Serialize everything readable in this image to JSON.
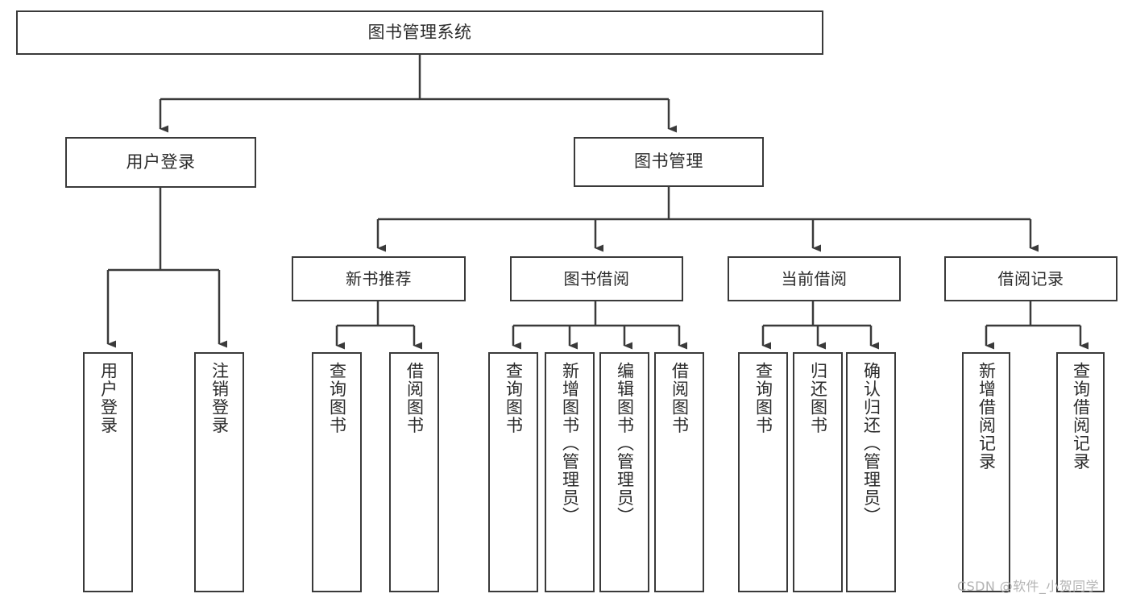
{
  "diagram": {
    "title_node": {
      "label": "图书管理系统"
    },
    "level1": [
      {
        "label": "用户登录"
      },
      {
        "label": "图书管理"
      }
    ],
    "level2": [
      {
        "label": "新书推荐"
      },
      {
        "label": "图书借阅"
      },
      {
        "label": "当前借阅"
      },
      {
        "label": "借阅记录"
      }
    ],
    "leaves": {
      "user_login": [
        {
          "label": "用户登录"
        },
        {
          "label": "注销登录"
        }
      ],
      "new_book_recommend": [
        {
          "label": "查询图书"
        },
        {
          "label": "借阅图书"
        }
      ],
      "book_borrow": [
        {
          "label": "查询图书"
        },
        {
          "label": "新增图书（管理员）"
        },
        {
          "label": "编辑图书（管理员）"
        },
        {
          "label": "借阅图书"
        }
      ],
      "current_borrow": [
        {
          "label": "查询图书"
        },
        {
          "label": "归还图书"
        },
        {
          "label": "确认归还（管理员）"
        }
      ],
      "borrow_record": [
        {
          "label": "新增借阅记录"
        },
        {
          "label": "查询借阅记录"
        }
      ]
    }
  },
  "watermark": {
    "text": "CSDN @软件_小贺同学"
  },
  "colors": {
    "stroke": "#3a3a3a",
    "fill": "#ffffff",
    "text": "#2b2b2b",
    "watermark": "#b3b3b3"
  }
}
